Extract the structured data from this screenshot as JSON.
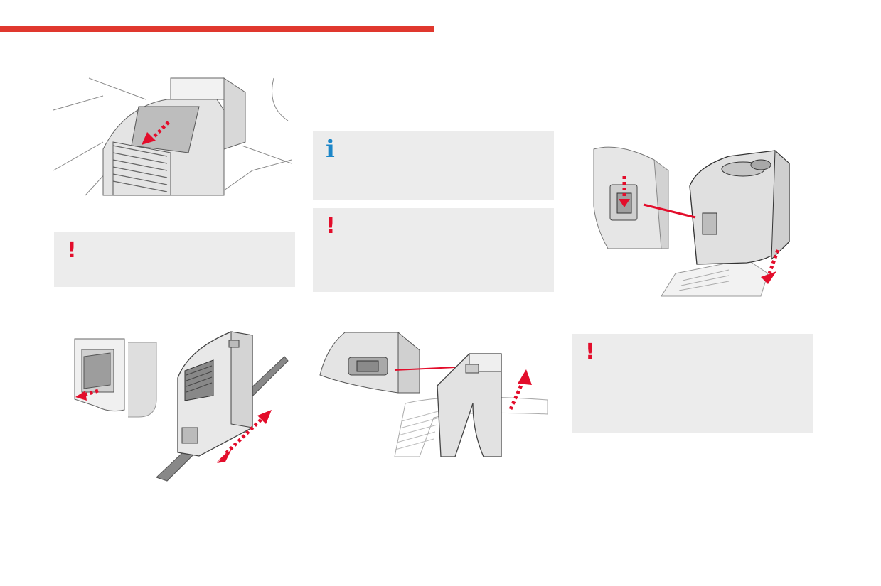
{
  "colors": {
    "accent_red": "#e0382e",
    "warning_red": "#e30d2b",
    "info_blue": "#1c86c8",
    "panel_bg": "#ececec",
    "line_gray": "#555555",
    "surface_gray": "#dcdcdc"
  },
  "notes": {
    "info_1": {
      "icon": "info-icon",
      "glyph": "i"
    },
    "warning_1": {
      "icon": "warning-icon",
      "glyph": "!"
    },
    "warning_2": {
      "icon": "warning-icon",
      "glyph": "!"
    },
    "warning_3": {
      "icon": "warning-icon",
      "glyph": "!"
    }
  },
  "illustrations": [
    {
      "id": "armrest-drawer-release",
      "icon": "armrest-release-illustration"
    },
    {
      "id": "module-slide-rail",
      "icon": "module-slide-illustration"
    },
    {
      "id": "module-lift-off",
      "icon": "module-lift-illustration"
    },
    {
      "id": "module-remove",
      "icon": "module-remove-illustration"
    }
  ]
}
